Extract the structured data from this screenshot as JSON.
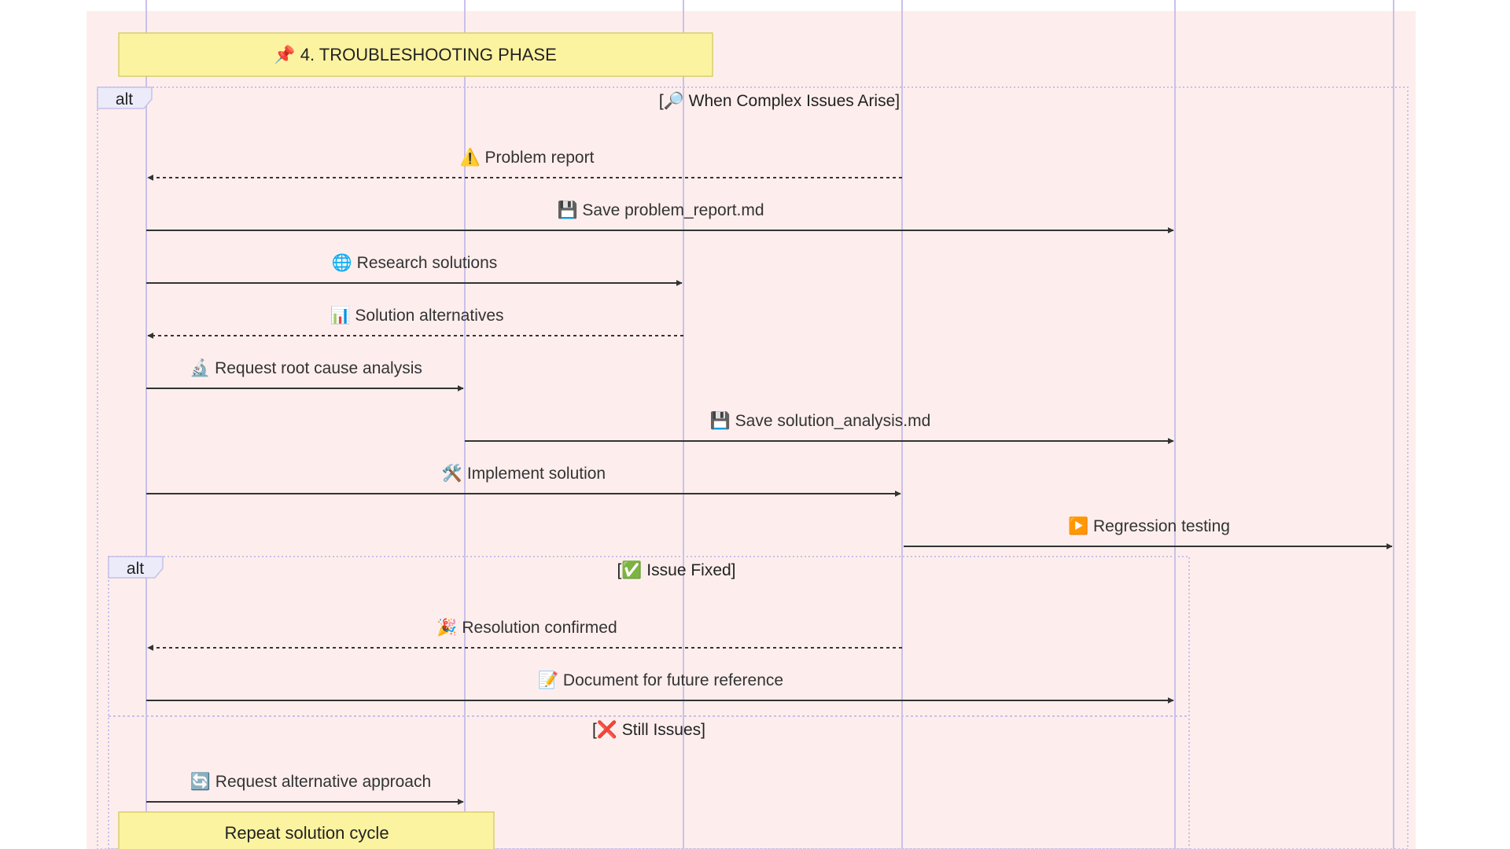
{
  "colors": {
    "background": "#ffffff",
    "phase_rect": "#fdeeed",
    "lifeline": "#c9c1ea",
    "note_fill": "#fcf3a1",
    "note_stroke": "#d8cf6a",
    "alt_frame": "#c8bfe8",
    "alt_label_fill": "#ecebfa",
    "arrow": "#333333",
    "text": "#333333"
  },
  "phase_note": {
    "label": "📌 4. TROUBLESHOOTING PHASE"
  },
  "alt_outer": {
    "keyword": "alt",
    "condition": "[🔎 When Complex Issues Arise]"
  },
  "messages": [
    {
      "id": "problem-report",
      "label": "⚠️ Problem report",
      "style": "dotted",
      "from": 3,
      "to": 0
    },
    {
      "id": "save-problem-report",
      "label": "💾 Save problem_report.md",
      "style": "solid",
      "from": 0,
      "to": 4
    },
    {
      "id": "research-solutions",
      "label": "🌐 Research solutions",
      "style": "solid",
      "from": 0,
      "to": 2
    },
    {
      "id": "solution-alternatives",
      "label": "📊 Solution alternatives",
      "style": "dotted",
      "from": 2,
      "to": 0
    },
    {
      "id": "request-root-cause",
      "label": "🔬 Request root cause analysis",
      "style": "solid",
      "from": 0,
      "to": 1
    },
    {
      "id": "save-solution-analysis",
      "label": "💾 Save solution_analysis.md",
      "style": "solid",
      "from": 1,
      "to": 4
    },
    {
      "id": "implement-solution",
      "label": "🛠️ Implement solution",
      "style": "solid",
      "from": 0,
      "to": 3
    },
    {
      "id": "regression-testing",
      "label": "▶️ Regression testing",
      "style": "solid",
      "from": 3,
      "to": 5
    }
  ],
  "alt_inner": {
    "keyword": "alt",
    "sections": [
      {
        "condition": "[✅ Issue Fixed]",
        "messages": [
          {
            "id": "resolution-confirmed",
            "label": "🎉 Resolution confirmed",
            "style": "dotted",
            "from": 3,
            "to": 0
          },
          {
            "id": "document-future-reference",
            "label": "📝 Document for future reference",
            "style": "solid",
            "from": 0,
            "to": 4
          }
        ]
      },
      {
        "condition": "[❌ Still Issues]",
        "messages": [
          {
            "id": "request-alternative-approach",
            "label": "🔄 Request alternative approach",
            "style": "solid",
            "from": 0,
            "to": 1
          }
        ]
      }
    ]
  },
  "repeat_note": {
    "label": "Repeat solution cycle"
  }
}
